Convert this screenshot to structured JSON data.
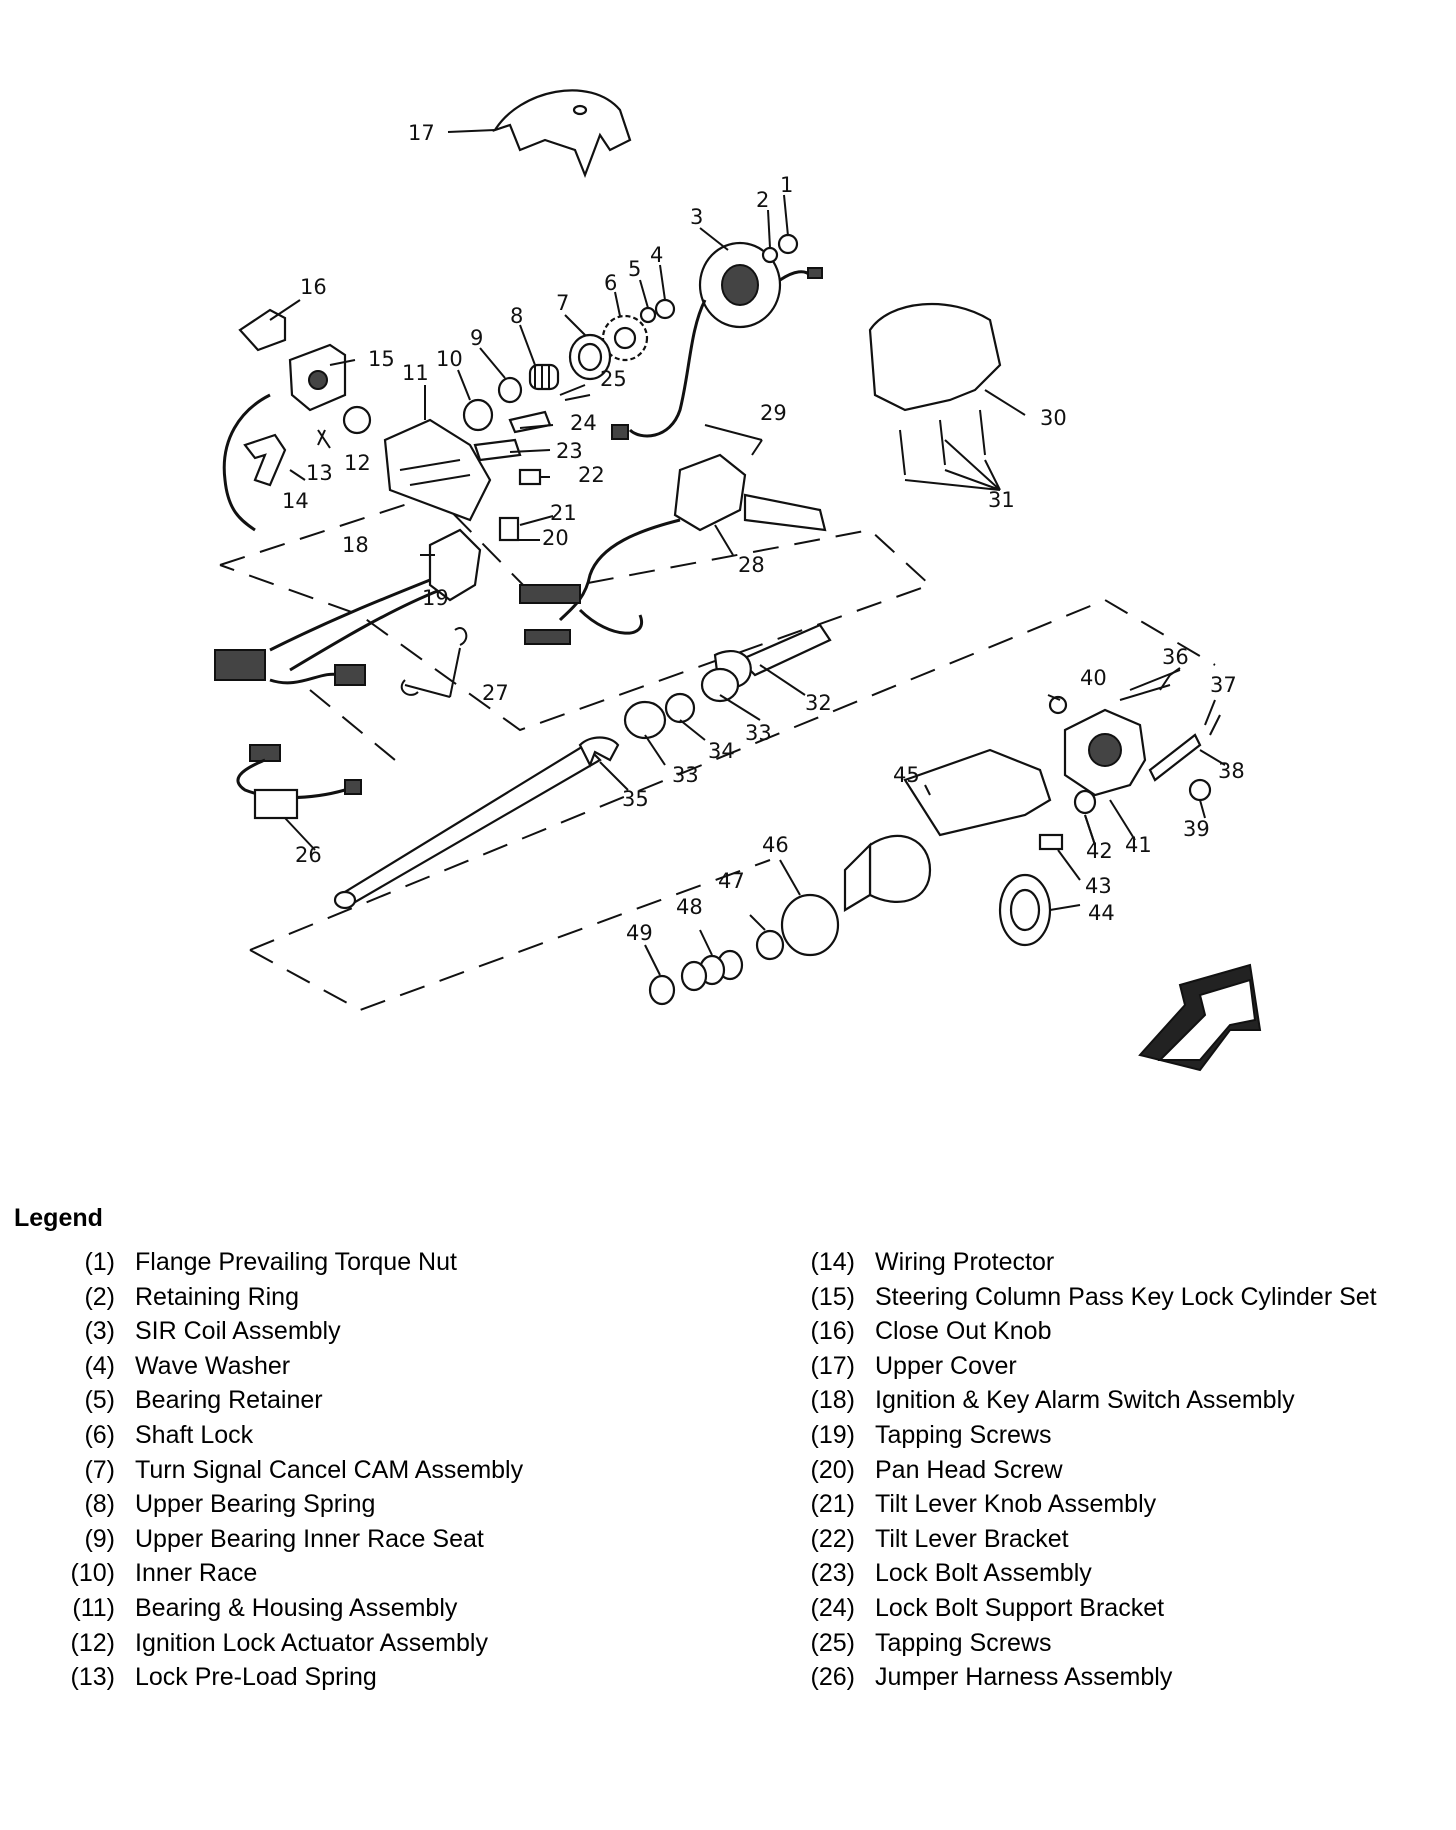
{
  "legend": {
    "title": "Legend",
    "left": [
      {
        "num": "(1)",
        "text": "Flange Prevailing Torque Nut"
      },
      {
        "num": "(2)",
        "text": "Retaining Ring"
      },
      {
        "num": "(3)",
        "text": "SIR Coil Assembly"
      },
      {
        "num": "(4)",
        "text": "Wave Washer"
      },
      {
        "num": "(5)",
        "text": "Bearing Retainer"
      },
      {
        "num": "(6)",
        "text": "Shaft Lock"
      },
      {
        "num": "(7)",
        "text": "Turn Signal Cancel CAM Assembly"
      },
      {
        "num": "(8)",
        "text": "Upper Bearing Spring"
      },
      {
        "num": "(9)",
        "text": "Upper Bearing Inner Race Seat"
      },
      {
        "num": "(10)",
        "text": "Inner Race"
      },
      {
        "num": "(11)",
        "text": "Bearing & Housing Assembly"
      },
      {
        "num": "(12)",
        "text": "Ignition Lock Actuator Assembly"
      },
      {
        "num": "(13)",
        "text": "Lock Pre-Load Spring"
      }
    ],
    "right": [
      {
        "num": "(14)",
        "text": "Wiring Protector"
      },
      {
        "num": "(15)",
        "text": "Steering Column Pass Key Lock Cylinder Set"
      },
      {
        "num": "(16)",
        "text": "Close Out Knob"
      },
      {
        "num": "(17)",
        "text": "Upper Cover"
      },
      {
        "num": "(18)",
        "text": "Ignition & Key Alarm Switch Assembly"
      },
      {
        "num": "(19)",
        "text": "Tapping Screws"
      },
      {
        "num": "(20)",
        "text": "Pan Head Screw"
      },
      {
        "num": "(21)",
        "text": "Tilt Lever Knob Assembly"
      },
      {
        "num": "(22)",
        "text": "Tilt Lever Bracket"
      },
      {
        "num": "(23)",
        "text": "Lock Bolt Assembly"
      },
      {
        "num": "(24)",
        "text": "Lock Bolt Support Bracket"
      },
      {
        "num": "(25)",
        "text": "Tapping Screws"
      },
      {
        "num": "(26)",
        "text": "Jumper Harness Assembly"
      }
    ]
  },
  "callouts": {
    "c1": "1",
    "c2": "2",
    "c3": "3",
    "c4": "4",
    "c5": "5",
    "c6": "6",
    "c7": "7",
    "c8": "8",
    "c9": "9",
    "c10": "10",
    "c11": "11",
    "c12": "12",
    "c13": "13",
    "c14": "14",
    "c15": "15",
    "c16": "16",
    "c17": "17",
    "c18": "18",
    "c19": "19",
    "c20": "20",
    "c21": "21",
    "c22": "22",
    "c23": "23",
    "c24": "24",
    "c25": "25",
    "c26": "26",
    "c27": "27",
    "c28": "28",
    "c29": "29",
    "c30": "30",
    "c31": "31",
    "c32": "32",
    "c33a": "33",
    "c33b": "33",
    "c34": "34",
    "c35": "35",
    "c36": "36",
    "c37": "37",
    "c38": "38",
    "c39": "39",
    "c40": "40",
    "c41": "41",
    "c42": "42",
    "c43": "43",
    "c44": "44",
    "c45": "45",
    "c46": "46",
    "c47": "47",
    "c48": "48",
    "c49": "49"
  }
}
